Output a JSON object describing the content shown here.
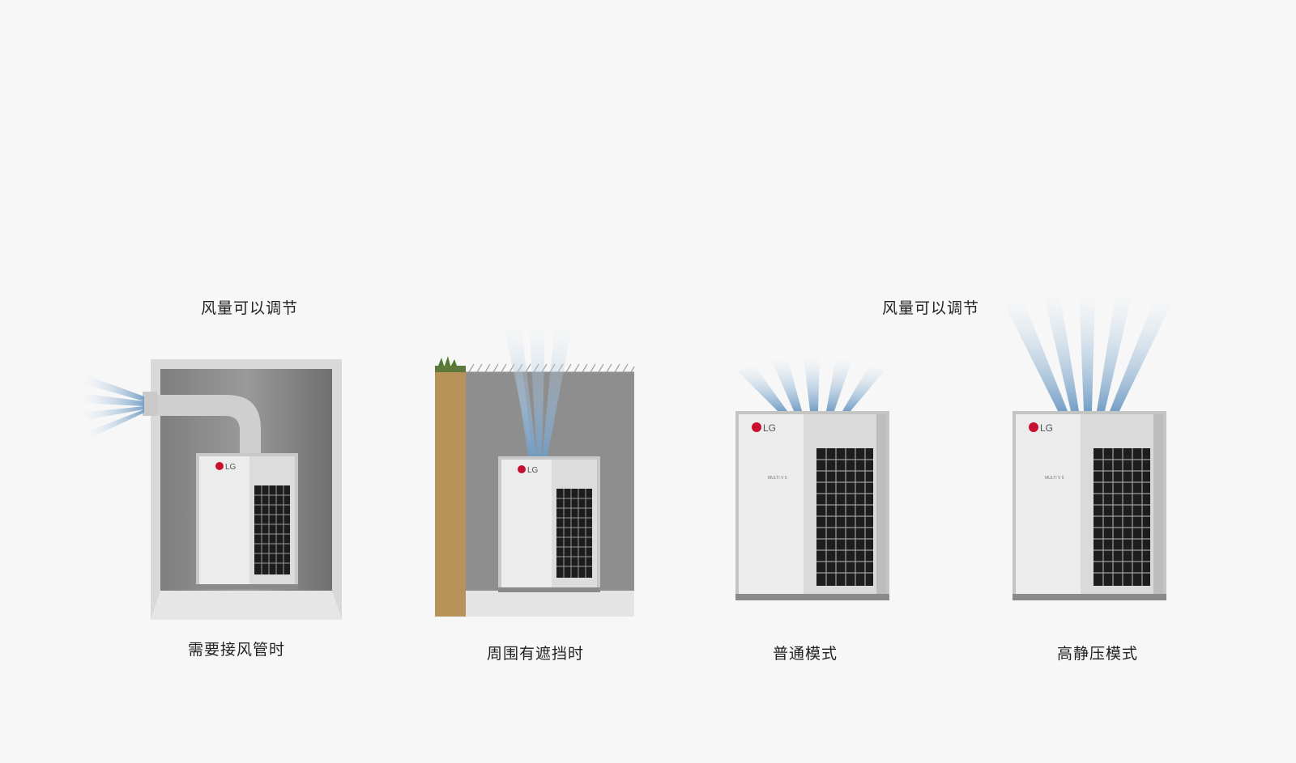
{
  "headings": {
    "left_adjustable": "风量可以调节",
    "right_adjustable": "风量可以调节"
  },
  "captions": {
    "duct": "需要接风管时",
    "obstruction": "周围有遮挡时",
    "normal": "普通模式",
    "high_static": "高静压模式"
  },
  "unit_brand": "LG",
  "unit_model": "MULTI V 5",
  "icons": [
    "lg-logo-icon",
    "airflow-icon",
    "grass-icon"
  ],
  "colors": {
    "background": "#f7f7f7",
    "airflow": "#7fa6c8",
    "brand_red": "#c8102e",
    "wall": "#8a8a8a",
    "soil": "#b7935a"
  }
}
